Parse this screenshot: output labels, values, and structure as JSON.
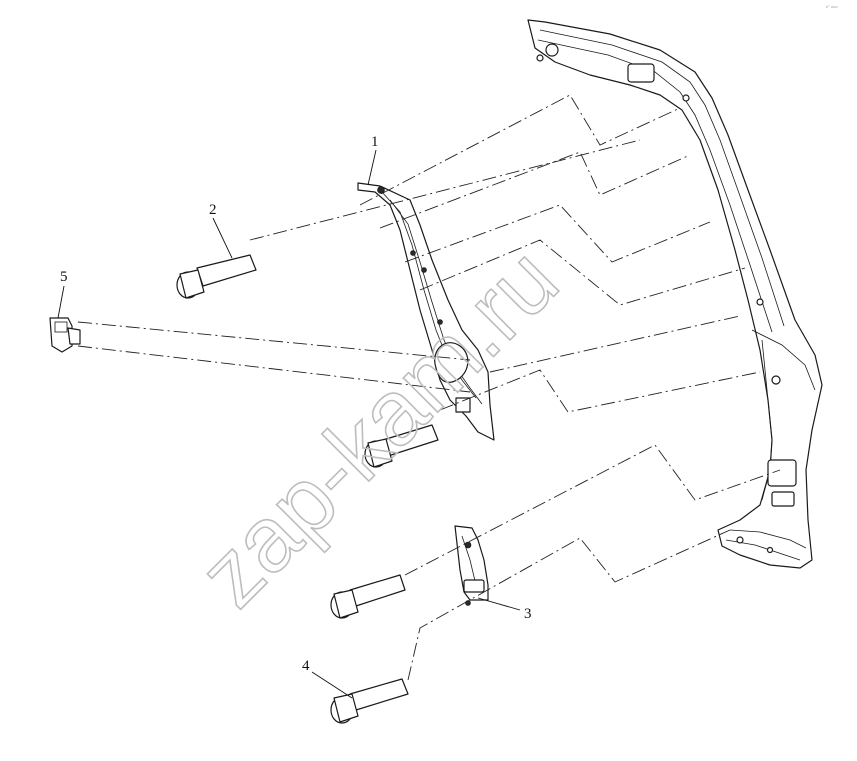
{
  "diagram": {
    "watermark": "zap-kam.ru",
    "corner_tag": "e° ooo",
    "callouts": [
      {
        "id": "1",
        "label": "1"
      },
      {
        "id": "2",
        "label": "2"
      },
      {
        "id": "3",
        "label": "3"
      },
      {
        "id": "4",
        "label": "4"
      },
      {
        "id": "5",
        "label": "5"
      }
    ]
  }
}
